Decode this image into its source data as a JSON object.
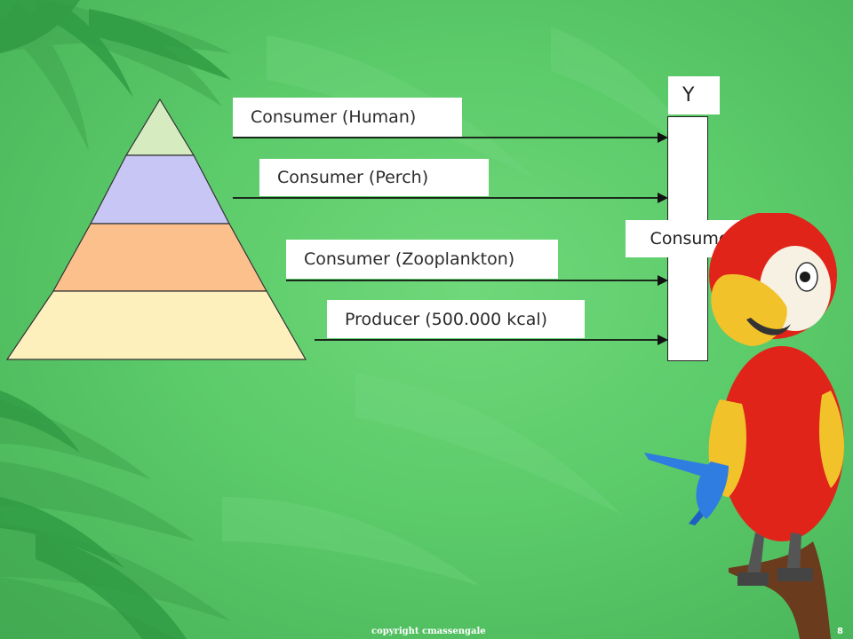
{
  "diagram": {
    "labels": {
      "human": "Consumer (Human)",
      "perch": "Consumer (Perch)",
      "zooplankton": "Consumer (Zooplankton)",
      "producer": "Producer (500.000 kcal)"
    },
    "axis": {
      "top_label": "Y",
      "middle_label": "Consumer"
    },
    "tier_colors": {
      "top": "#d6ecc0",
      "second": "#c7c6f5",
      "third": "#fbc08c",
      "bottom": "#fdf0bd"
    }
  },
  "footer": {
    "copyright": "copyright cmassengale",
    "page_number": "8"
  },
  "decor": {
    "background_color": "#5ccb6a",
    "illustration": "parrot-icon"
  }
}
